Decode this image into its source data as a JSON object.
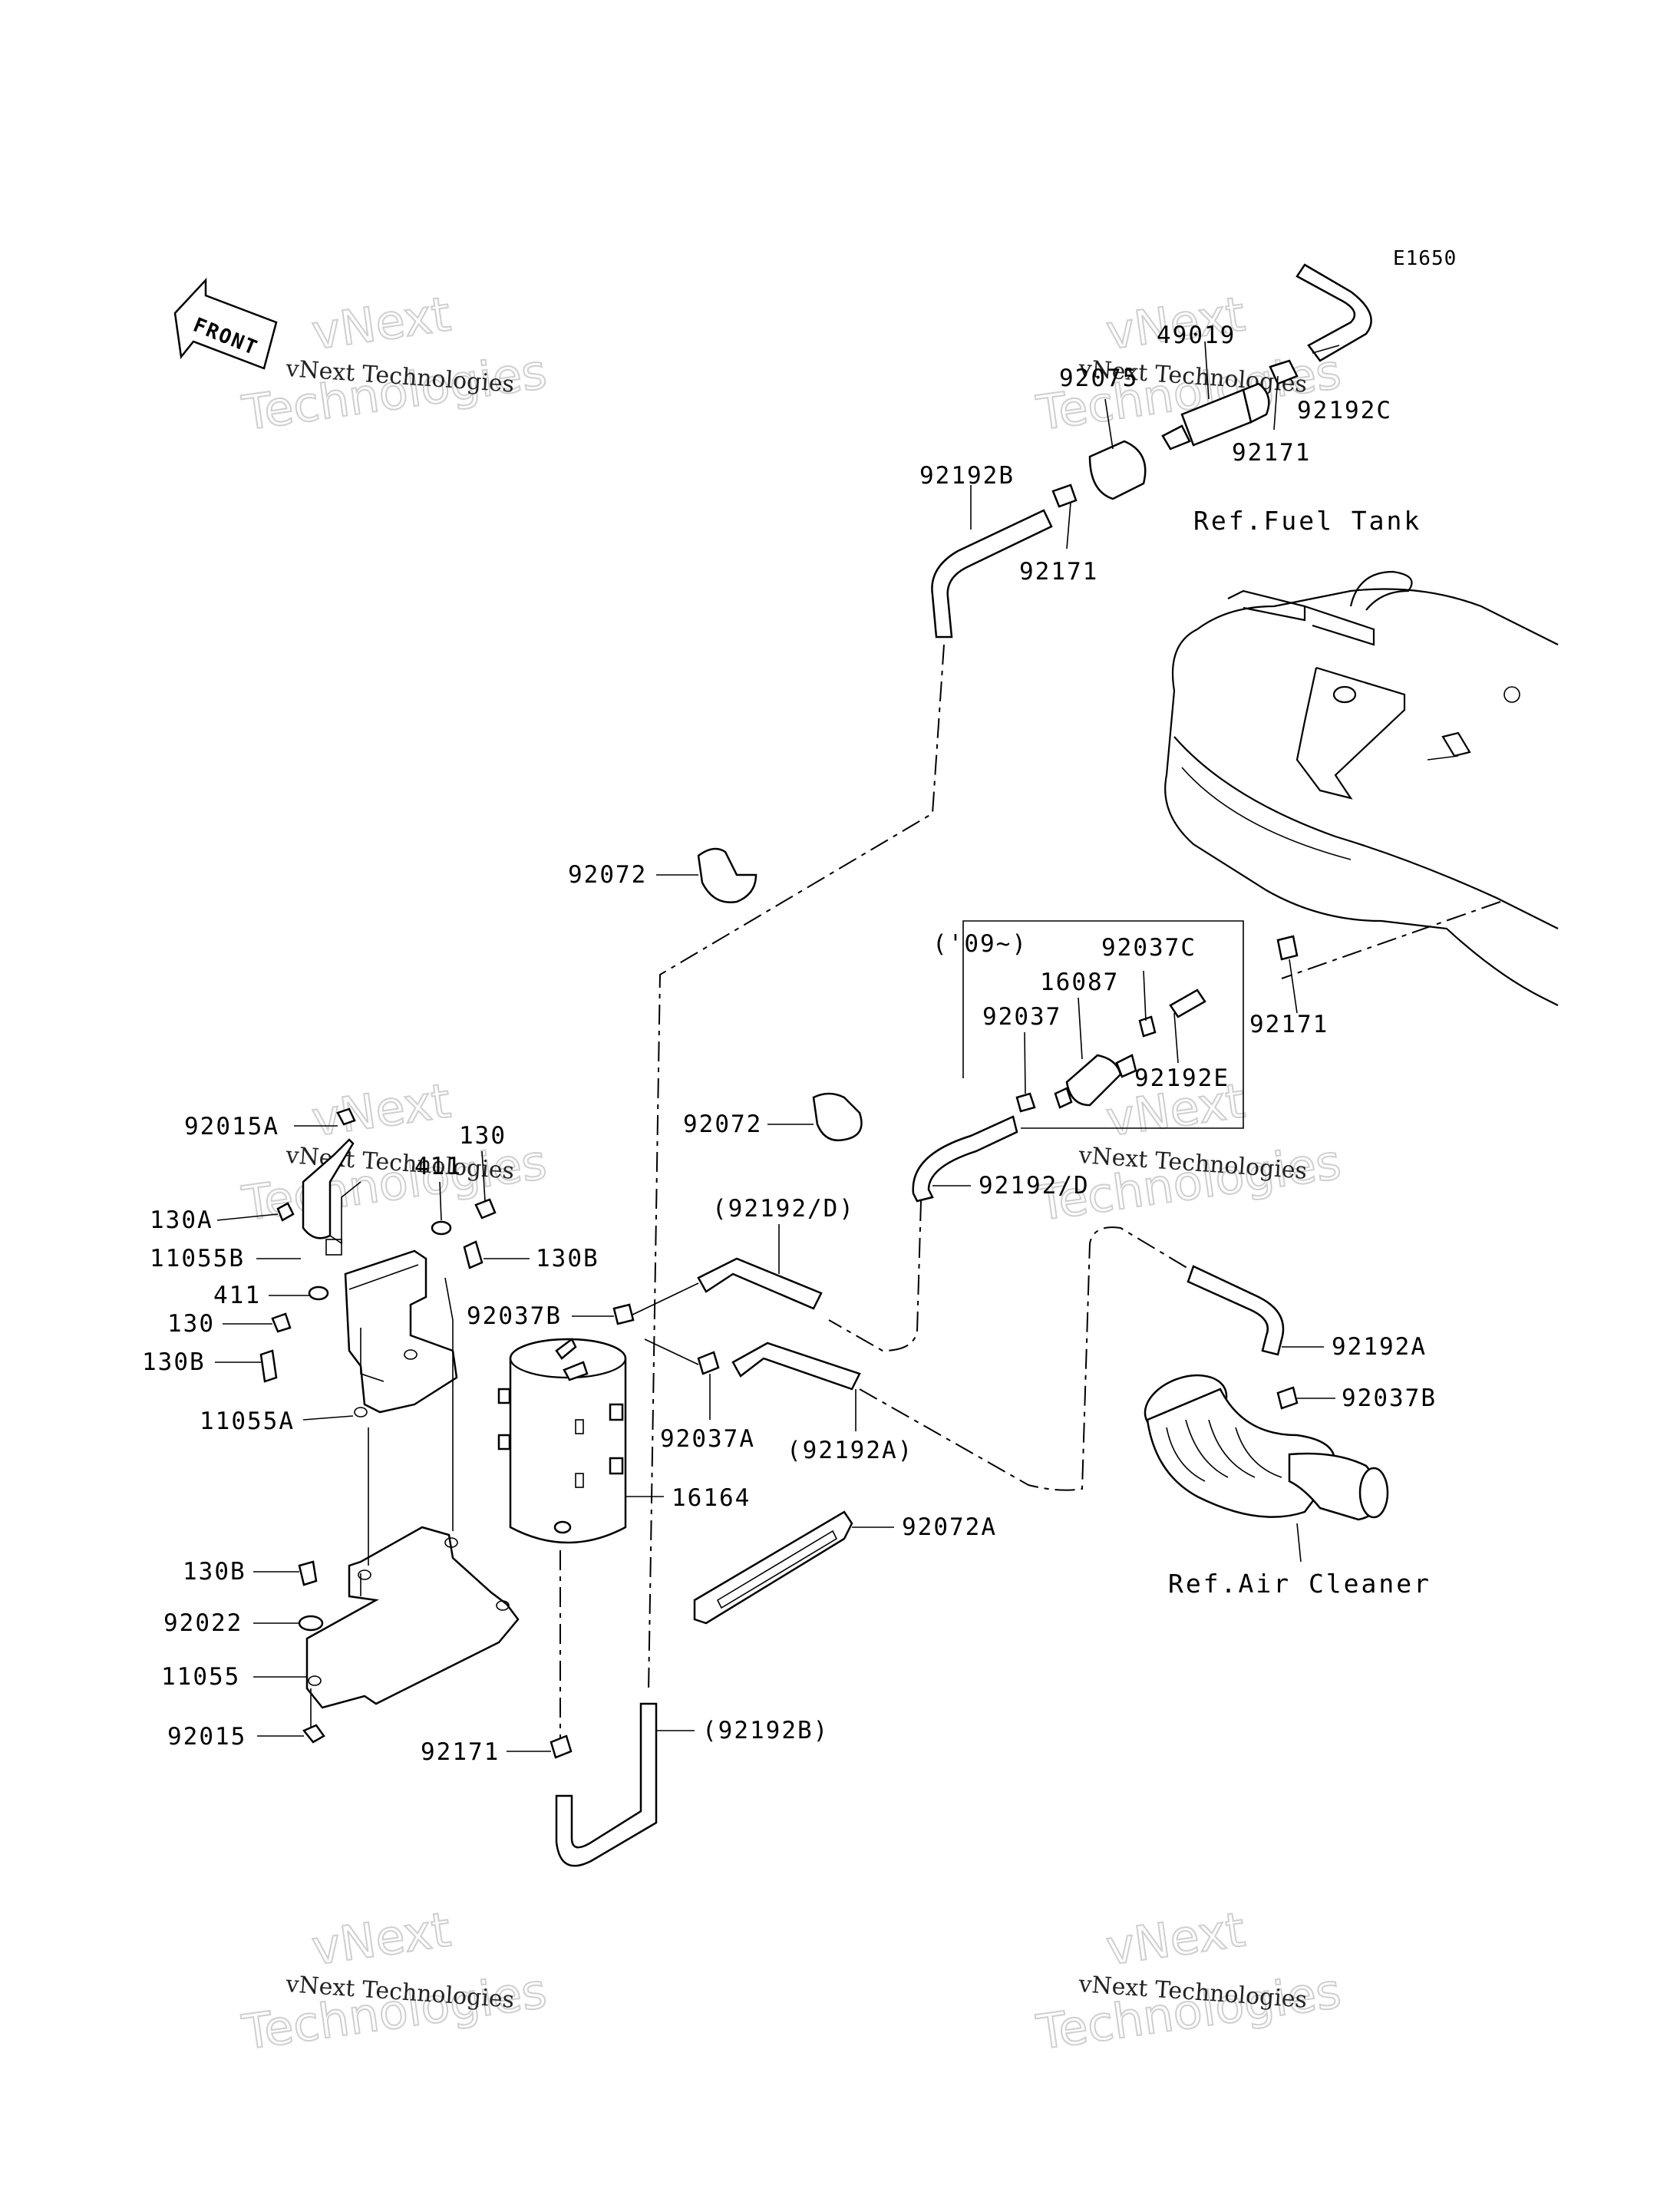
{
  "diagram": {
    "code": "E1650",
    "front_arrow_text": "FRONT",
    "watermark": {
      "line_small": "vNext Technologies",
      "line_big_1": "vNext",
      "line_big_2": "Technologies"
    },
    "refs": {
      "fuel_tank": "Ref.Fuel Tank",
      "air_cleaner": "Ref.Air Cleaner"
    },
    "bracket_note": "('09~)",
    "labels": {
      "p49019": "49019",
      "p92075": "92075",
      "p92192C": "92192C",
      "p92171_top": "92171",
      "p92192B_top": "92192B",
      "p92171_b": "92171",
      "p92072_top": "92072",
      "p92037C": "92037C",
      "p16087": "16087",
      "p92037": "92037",
      "p92192E": "92192E",
      "p92171_right": "92171",
      "p92072_mid": "92072",
      "p92192D": "92192/D",
      "p92192D_paren": "(92192/D)",
      "p92015A": "92015A",
      "p130_top": "130",
      "p411_top": "411",
      "p130A": "130A",
      "p11055B": "11055B",
      "p130B_right": "130B",
      "p411_left": "411",
      "p130_left": "130",
      "p92037B_left": "92037B",
      "p130B_left": "130B",
      "p11055A": "11055A",
      "p92037A": "92037A",
      "p92192A_paren": "(92192A)",
      "p16164": "16164",
      "p92192A": "92192A",
      "p92037B_right": "92037B",
      "p92072A": "92072A",
      "p130B_low": "130B",
      "p92022": "92022",
      "p11055": "11055",
      "p92015": "92015",
      "p92171_bottom": "92171",
      "p92192B_paren": "(92192B)"
    }
  }
}
